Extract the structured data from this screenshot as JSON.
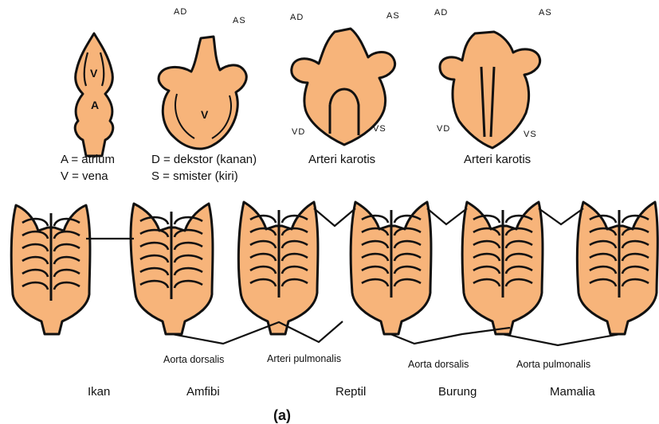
{
  "colors": {
    "tissue": "#f7b47a",
    "outline": "#111111",
    "background": "#ffffff"
  },
  "top_row": {
    "labels": {
      "ad": "AD",
      "as": "AS",
      "vd": "VD",
      "vs": "VS"
    },
    "legend": {
      "atrium": "A = atrium",
      "vena": "V = vena",
      "dekstor": "D = dekstor (kanan)",
      "smister": "S = smister (kiri)"
    },
    "inner_letters": {
      "v": "V",
      "a": "A"
    },
    "caption_3": "Arteri karotis",
    "caption_4": "Arteri karotis"
  },
  "bottom_row": {
    "vessels": [
      "Aorta dorsalis",
      "Arteri pulmonalis",
      "Aorta dorsalis",
      "Aorta pulmonalis"
    ],
    "animals": [
      "Ikan",
      "Amfibi",
      "Reptil",
      "Burung",
      "Mamalia"
    ]
  },
  "figure_label": "(a)"
}
